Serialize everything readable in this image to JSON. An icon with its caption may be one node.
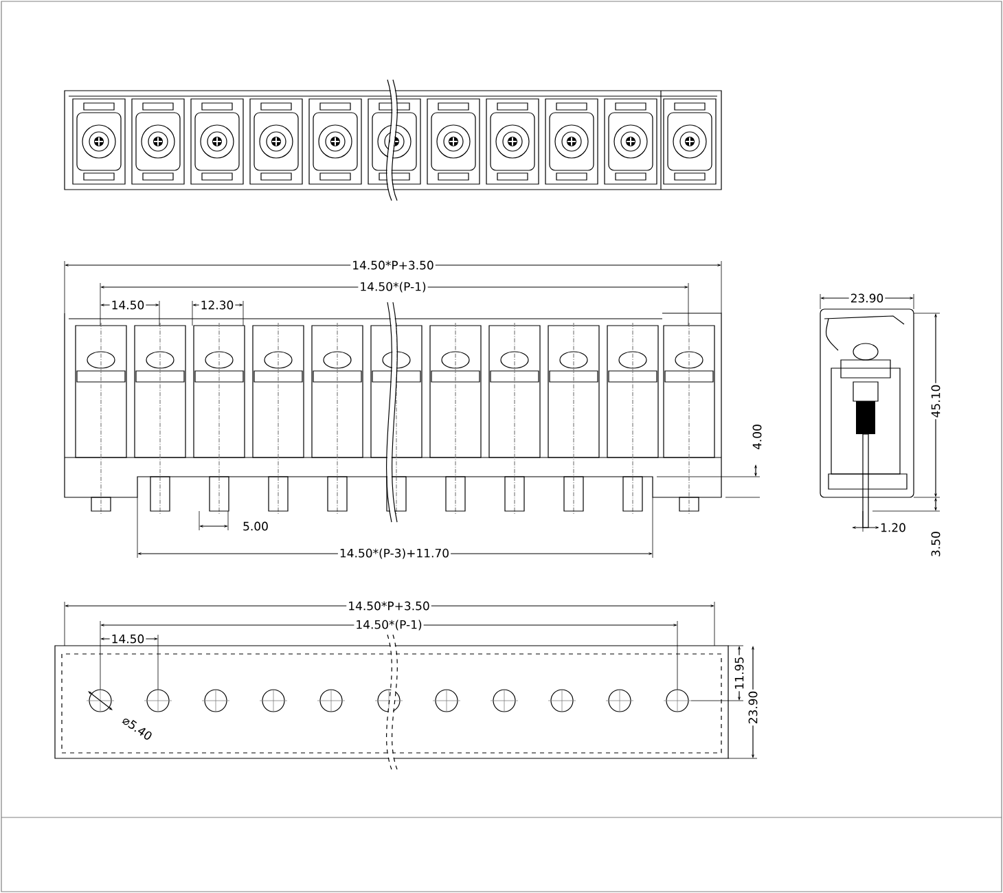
{
  "diagram": {
    "labels": [
      "14.50*P+3.50",
      "14.50*(P-1)",
      "14.50",
      "12.30",
      "4.00",
      "5.00",
      "14.50*(P-3)+11.70",
      "23.90",
      "45.10",
      "1.20",
      "3.50",
      "14.50*P+3.50",
      "14.50*(P-1)",
      "14.50",
      "11.95",
      "23.90",
      "⌀5.40"
    ]
  }
}
